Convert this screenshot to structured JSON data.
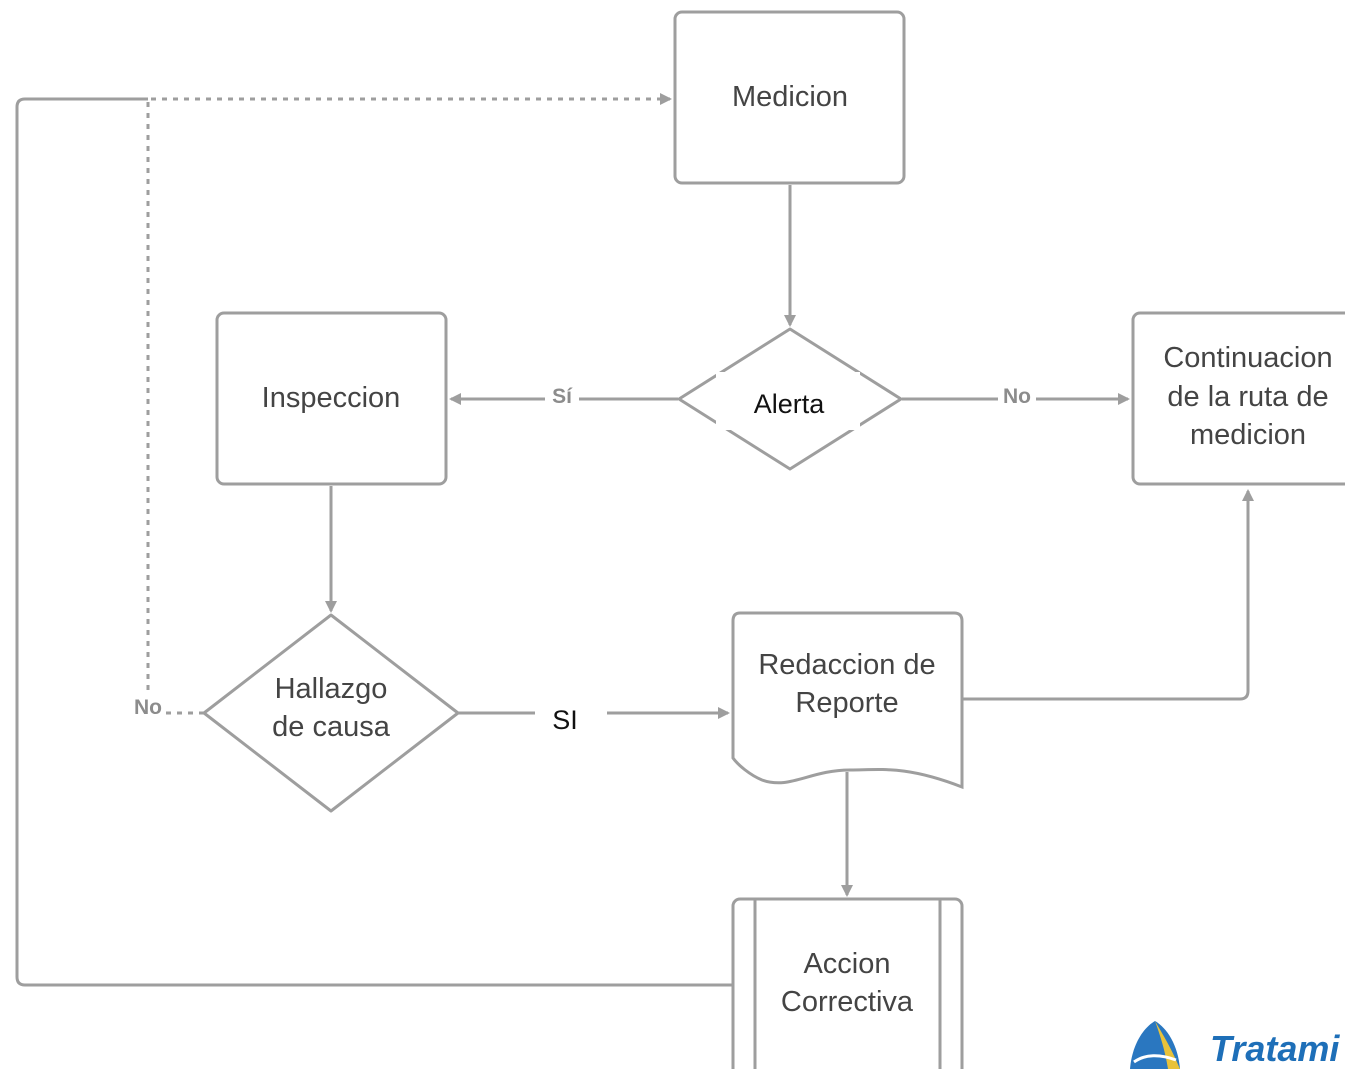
{
  "nodes": {
    "medicion": {
      "label": "Medicion"
    },
    "alerta": {
      "label": "Alerta"
    },
    "inspeccion": {
      "label": "Inspeccion"
    },
    "continuacion": {
      "lines": [
        "Continuacion",
        "de la ruta de",
        "medicion"
      ]
    },
    "hallazgo": {
      "lines": [
        "Hallazgo",
        "de causa"
      ]
    },
    "redaccion": {
      "lines": [
        "Redaccion de",
        "Reporte"
      ]
    },
    "accion": {
      "lines": [
        "Accion",
        "Correctiva"
      ]
    }
  },
  "edges": {
    "alerta_si": "Sí",
    "alerta_no": "No",
    "hallazgo_si": "SI",
    "hallazgo_no": "No"
  },
  "logo": {
    "text": "Tratami"
  },
  "colors": {
    "stroke": "#9e9e9e",
    "text": "#444444",
    "edge_label": "#8c8c8c",
    "logo": "#1e6fb8"
  }
}
